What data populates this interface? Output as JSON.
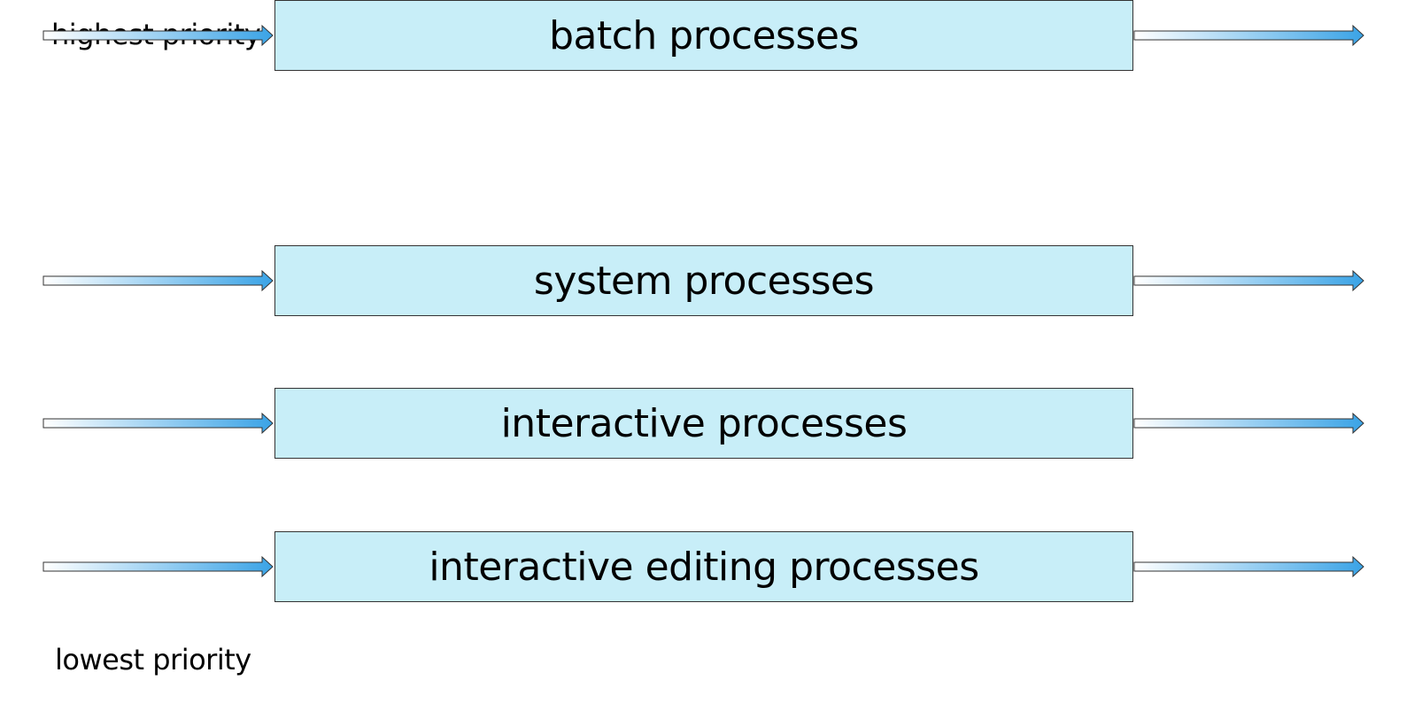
{
  "priority": {
    "highest": "highest priority",
    "lowest": "lowest priority"
  },
  "queues": [
    {
      "label": "system processes"
    },
    {
      "label": "interactive processes"
    },
    {
      "label": "interactive editing processes"
    },
    {
      "label": "batch processes"
    }
  ],
  "colors": {
    "box_fill": "#c8eef8",
    "arrow_start": "#ffffff",
    "arrow_end": "#3aa3e6",
    "border": "#333333"
  },
  "icons": {
    "inbound": "arrow-right-icon",
    "outbound": "arrow-right-icon"
  }
}
